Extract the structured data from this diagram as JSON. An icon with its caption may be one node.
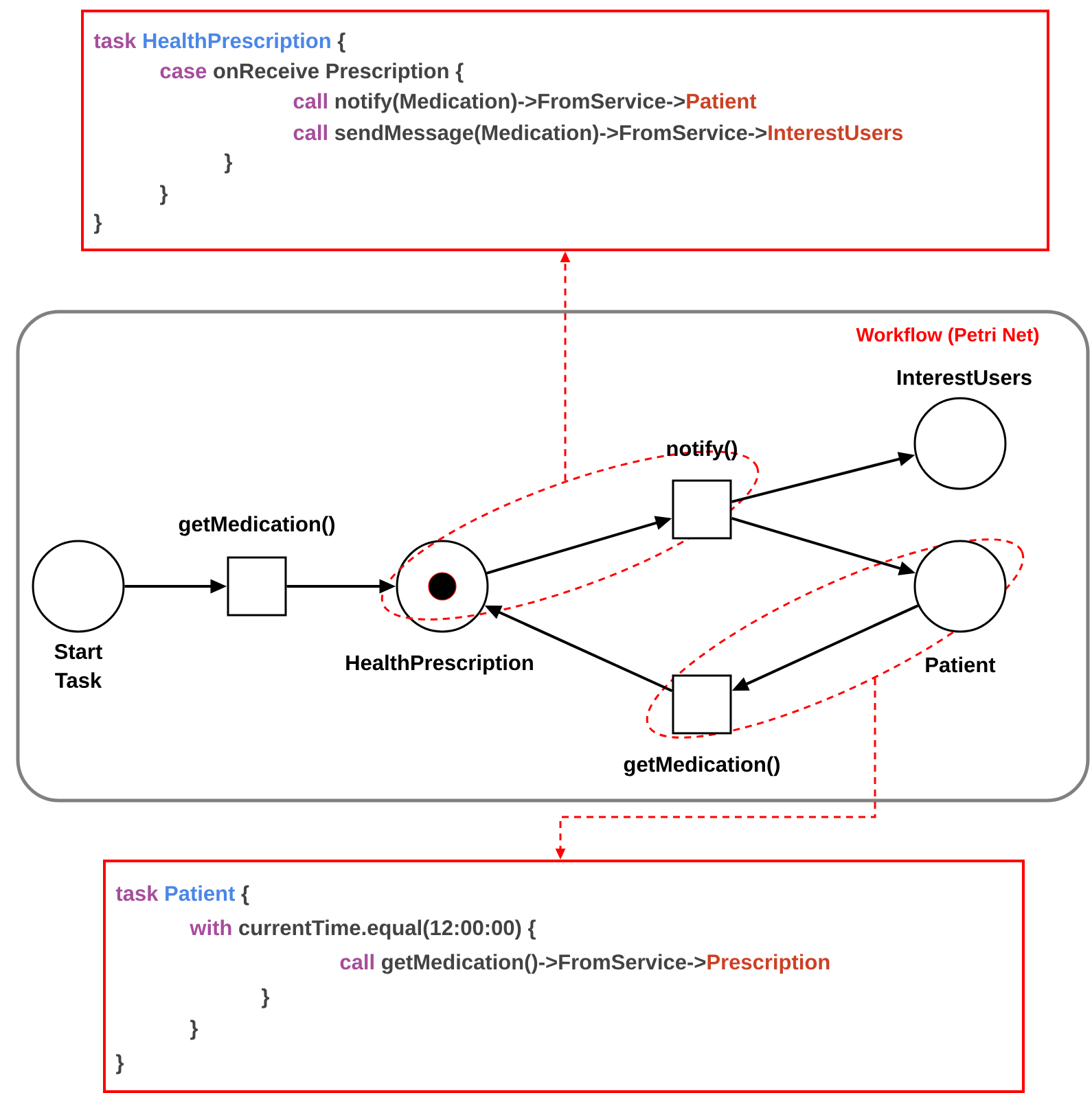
{
  "diagram": {
    "nodes": [
      {
        "text": [
          "task",
          "HealthPrescription",
          "{",
          "case",
          "onReceive Prescription {",
          "call",
          "notify(Medication)->FromService->",
          "Patient",
          "call",
          "sendMessage(Medication)->FromService->",
          "InterestUsers",
          "}",
          "}",
          "}"
        ]
      },
      {
        "text": [
          "Workflow (Petri Net)"
        ]
      },
      {
        "text": [
          "Start Task"
        ],
        "in": 1
      },
      {
        "text": [
          "getMedication()"
        ],
        "in": 1
      },
      {
        "text": [
          "HealthPrescription"
        ],
        "in": 1
      },
      {
        "text": [],
        "shape": "ellipse",
        "in": 1
      },
      {
        "text": [
          "notify()"
        ],
        "in": 5
      },
      {
        "text": [
          "InterestUsers"
        ],
        "in": 1
      },
      {
        "text": [],
        "shape": "ellipse",
        "in": 1
      },
      {
        "text": [
          "Patient"
        ],
        "in": 8
      },
      {
        "text": [
          "getMedication()"
        ],
        "in": 8
      },
      {
        "text": [
          "task",
          "Patient",
          "{",
          "with",
          "currentTime.equal(12:00:00) {",
          "call",
          "getMedication()->FromService->",
          "Prescription",
          "}",
          "}",
          "}"
        ]
      }
    ],
    "edges": [
      {
        "from": 2,
        "to": 3,
        "arrow": "to"
      },
      {
        "from": 3,
        "to": 4,
        "arrow": "to"
      },
      {
        "from": 4,
        "to": 6,
        "arrow": "to"
      },
      {
        "from": 6,
        "to": 7,
        "arrow": "to"
      },
      {
        "from": 6,
        "to": 9,
        "arrow": "to"
      },
      {
        "from": 9,
        "to": 10,
        "arrow": "to"
      },
      {
        "from": 10,
        "to": 4,
        "arrow": "to"
      },
      {
        "from": 5,
        "to": 0,
        "arrow": "to",
        "style": "dashed",
        "color": "#ff0000"
      },
      {
        "from": 8,
        "to": 11,
        "arrow": "to",
        "style": "dashed",
        "color": "#ff0000"
      }
    ]
  }
}
